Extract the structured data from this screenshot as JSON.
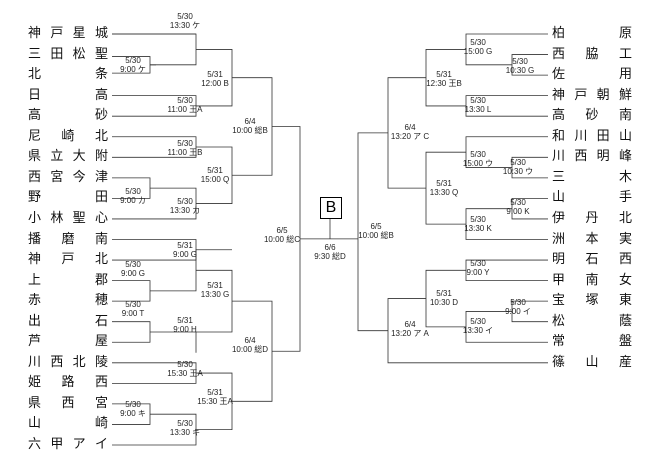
{
  "block_label": "B",
  "left_teams": [
    "神戸星城",
    "三田松聖",
    "北条",
    "日高",
    "高砂",
    "尼崎北",
    "県立大附",
    "西宮今津",
    "野田",
    "小林聖心",
    "播磨南",
    "神戸北",
    "上郡",
    "赤穂",
    "出石",
    "芦屋",
    "川西北陵",
    "姫路西",
    "県西宮",
    "山崎",
    "六甲アイ"
  ],
  "right_teams": [
    "柏原",
    "西脇工",
    "佐用",
    "神戸朝鮮",
    "高砂南",
    "和川田山",
    "川西明峰",
    "三木",
    "山手",
    "伊丹北",
    "洲本実",
    "明石西",
    "甲南女",
    "宝塚東",
    "松蔭",
    "常盤",
    "篠山産"
  ],
  "games": {
    "L_r1_1": [
      "5/30",
      "9:00 ケ"
    ],
    "L_r2_1": [
      "5/30",
      "13:30 ケ"
    ],
    "L_r3_1": [
      "5/31",
      "12:00 B"
    ],
    "L_r2_2": [
      "5/30",
      "11:00 王A"
    ],
    "L_r2_3": [
      "5/30",
      "11:00 王B"
    ],
    "L_r1_2": [
      "5/30",
      "9:00 カ"
    ],
    "L_r2_4": [
      "5/30",
      "13:30 カ"
    ],
    "L_r3_2": [
      "5/31",
      "15:00 Q"
    ],
    "L_r4_1": [
      "6/4",
      "10:00 総B"
    ],
    "L_r2_5": [
      "5/31",
      "9:00 G"
    ],
    "L_r1_3": [
      "5/30",
      "9:00 G"
    ],
    "L_r3_3": [
      "5/31",
      "13:30 G"
    ],
    "L_r1_4": [
      "5/30",
      "9:00 T"
    ],
    "L_r2_6": [
      "5/31",
      "9:00 H"
    ],
    "L_r4_2": [
      "6/4",
      "10:00 総D"
    ],
    "L_r2_7": [
      "5/30",
      "15:30 王A"
    ],
    "L_r3_4": [
      "5/31",
      "15:30 王A"
    ],
    "L_r1_5": [
      "5/30",
      "9:00 キ"
    ],
    "L_r2_8": [
      "5/30",
      "13:30 キ"
    ],
    "L_semi": [
      "6/5",
      "10:00 総C"
    ],
    "final": [
      "6/6",
      "9:30 総D"
    ],
    "R_semi": [
      "6/5",
      "10:00 総B"
    ],
    "R_r2_1": [
      "5/30",
      "15:00 G"
    ],
    "R_r1_1": [
      "5/30",
      "10:30 G"
    ],
    "R_r3_1": [
      "5/31",
      "12:30 王B"
    ],
    "R_r2_2": [
      "5/30",
      "13:30 L"
    ],
    "R_r4_1": [
      "6/4",
      "13:20 ア C"
    ],
    "R_r2_3": [
      "5/30",
      "15:00 ウ"
    ],
    "R_r1_2": [
      "5/30",
      "10:30 ウ"
    ],
    "R_r3_2": [
      "5/31",
      "13:30 Q"
    ],
    "R_r1_3": [
      "5/30",
      "9:00 K"
    ],
    "R_r2_4": [
      "5/30",
      "13:30 K"
    ],
    "R_r2_5": [
      "5/30",
      "9:00 Y"
    ],
    "R_r3_3": [
      "5/31",
      "10:30 D"
    ],
    "R_r1_4": [
      "5/30",
      "9:00 イ"
    ],
    "R_r2_6": [
      "5/30",
      "13:30 イ"
    ],
    "R_r4_2": [
      "6/4",
      "13:20 ア A"
    ]
  }
}
